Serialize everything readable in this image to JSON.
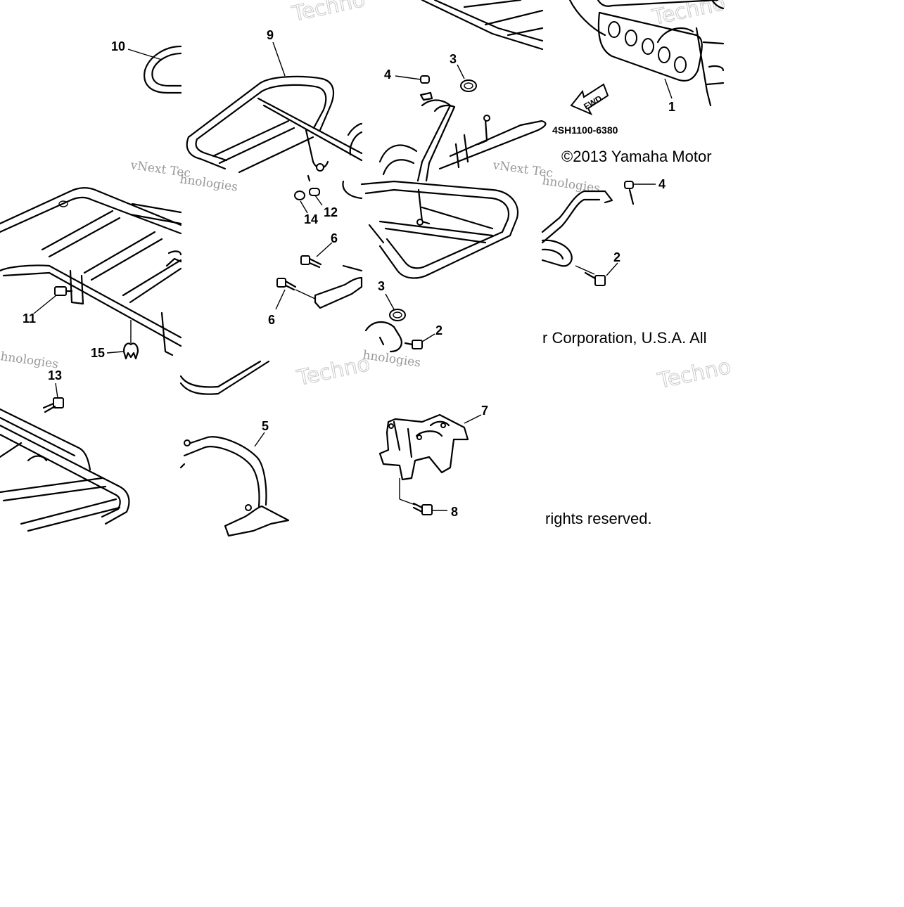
{
  "part_code": "4SH1100-6380",
  "fwd_label": "FWD",
  "copyright": {
    "line1": "©2013 Yamaha Motor",
    "line2": "r Corporation, U.S.A. All",
    "line3": "rights reserved."
  },
  "watermark": {
    "word": "Techno",
    "line1": "vNext Tec",
    "line2": "hnologies"
  },
  "callouts": [
    {
      "id": "c10",
      "label": "10"
    },
    {
      "id": "c9",
      "label": "9"
    },
    {
      "id": "c4a",
      "label": "4"
    },
    {
      "id": "c3a",
      "label": "3"
    },
    {
      "id": "c1",
      "label": "1"
    },
    {
      "id": "c4b",
      "label": "4"
    },
    {
      "id": "c14",
      "label": "14"
    },
    {
      "id": "c12",
      "label": "12"
    },
    {
      "id": "c6a",
      "label": "6"
    },
    {
      "id": "c6b",
      "label": "6"
    },
    {
      "id": "c3b",
      "label": "3"
    },
    {
      "id": "c2a",
      "label": "2"
    },
    {
      "id": "c2b",
      "label": "2"
    },
    {
      "id": "c11",
      "label": "11"
    },
    {
      "id": "c15",
      "label": "15"
    },
    {
      "id": "c13",
      "label": "13"
    },
    {
      "id": "c5",
      "label": "5"
    },
    {
      "id": "c7",
      "label": "7"
    },
    {
      "id": "c8",
      "label": "8"
    }
  ]
}
